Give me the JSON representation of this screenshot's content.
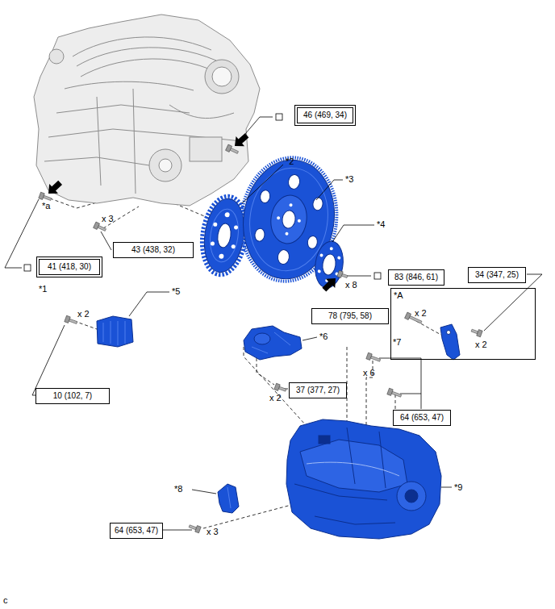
{
  "diagram": {
    "nodes": [
      {
        "text": [
          "46 (469, 34)"
        ]
      },
      {
        "text": [
          "41 (418, 30)"
        ]
      },
      {
        "text": [
          "43 (438, 32)"
        ]
      },
      {
        "text": [
          "83 (846, 61)"
        ]
      },
      {
        "text": [
          "34 (347, 25)"
        ]
      },
      {
        "text": [
          "*A",
          "x 2",
          "*7",
          "x 2"
        ]
      },
      {
        "text": [
          "78 (795, 58)"
        ]
      },
      {
        "text": [
          "10 (102, 7)"
        ]
      },
      {
        "text": [
          "37 (377, 27)"
        ]
      },
      {
        "text": [
          "64 (653, 47)"
        ]
      },
      {
        "text": [
          "64 (653, 47)"
        ]
      }
    ],
    "labels": [
      "*1",
      "*a",
      "*2",
      "*3",
      "*4",
      "*5",
      "*6",
      "*8",
      "*9",
      "x 3",
      "x 8",
      "x 2",
      "x 2",
      "x 6",
      "x 3",
      "c"
    ]
  }
}
